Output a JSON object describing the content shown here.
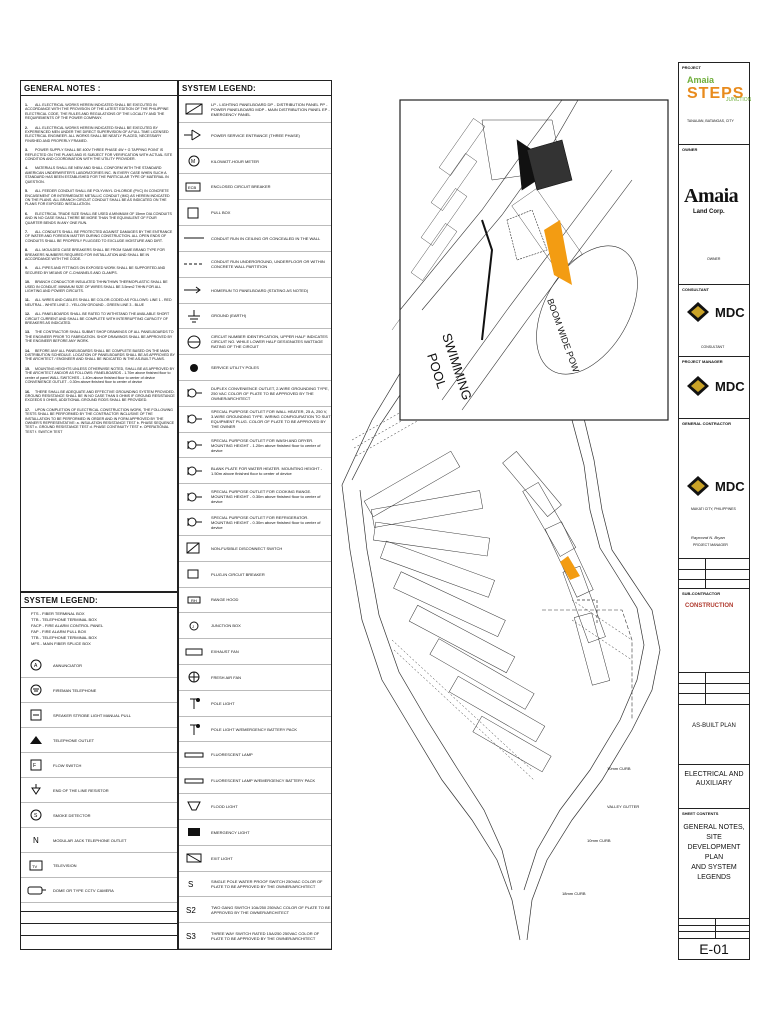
{
  "general_notes": {
    "title": "GENERAL NOTES :",
    "notes": [
      {
        "num": "1.",
        "text": "ALL ELECTRICAL WORKS HEREIN INDICATED SHALL BE EXECUTED IN ACCORDANCE WITH THE PROVISION OF THE LATEST EDITION OF THE PHILIPPINE ELECTRICAL CODE, THE RULES AND REGULATIONS OF THE LOCALITY AND THE REQUIREMENTS OF THE POWER COMPANY."
      },
      {
        "num": "2.",
        "text": "ALL ELECTRICAL WORKS HEREIN INDICATED SHALL BE EXECUTED BY EXPERIENCED MEN UNDER THE DIRECT SUPERVISION OF A FULL TIME LICENSED ELECTRICAL ENGINEER. ALL WORKS SHALL BE NEATLY PLACED, NECESSARY FINISHED AND PROPERLY FRAMED."
      },
      {
        "num": "3.",
        "text": "POWER SUPPLY SHALL BE 400V THREE PHASE 4W + G TAPPING POINT IS REFLECTED ON THE PLANS AND IS SUBJECT FOR VERIFICATION WITH ACTUAL SITE CONDITION AND COORDINATION WITH THE UTILITY PROVIDER."
      },
      {
        "num": "4.",
        "text": "MATERIALS SHALL BE NEW AND SHALL CONFORM WITH THE STANDARD AMERICAN UNDERWRITER'S LABORATORIES INC. IN EVERY CASE WHEN SUCH A STANDARD HAS BEEN ESTABLISHED FOR THE PARTICULAR TYPE OF MATERIAL IN QUESTION."
      },
      {
        "num": "5.",
        "text": "ALL FEEDER CONDUIT SHALL BE POLYVINYL CHLORIDE (PVC) IN CONCRETE ENCASEMENT OR INTERMEDIATE METALLIC CONDUIT (IMC) AS HEREIN INDICATED ON THE PLANS. ALL BRANCH CIRCUIT CONDUIT SHALL BE AS INDICATED ON THE PLANS FOR EXPOSED INSTALLATION."
      },
      {
        "num": "6.",
        "text": "ELECTRICAL TRADE SIZE SHALL BE USED A MINIMUM OF 15mm DIA CONDUITS AND IN NO CASE SHALL THERE BE MORE THAN THE EQUIVALENT OF FOUR QUARTER BENDS IN ANY ONE RUN."
      },
      {
        "num": "7.",
        "text": "ALL CONDUITS SHALL BE PROTECTED AGAINST DAMAGES BY THE ENTRANCE OF WATER AND FOREIGN MATTER DURING CONSTRUCTION. ALL OPEN ENDS OF CONDUITS SHALL BE PROPERLY PLUGGED TO EXCLUDE MOISTURE AND DIRT."
      },
      {
        "num": "8.",
        "text": "ALL MOULDED CASE BREAKERS SHALL BE FROM SAME BRAND TYPE FOR BREAKERS NUMBERS REQUIRED FOR INSTALLATION AND SHALL BE IN ACCORDANCE WITH THE CODE."
      },
      {
        "num": "9.",
        "text": "ALL PIPES AND FITTINGS ON EXPOSED WORK SHALL BE SUPPORTED AND SECURED BY MEANS OF C-CHANNELS AND CLAMPS."
      },
      {
        "num": "10.",
        "text": "BRANCH CONDUCTOR INSULATED THHN/THWN THERMOPLASTIC SHALL BE USED IN CONDUIT. MINIMUM SIZE OF WIRES SHALL BE 3.5mm2 THHN FOR ALL LIGHTING AND POWER CIRCUITS."
      },
      {
        "num": "11.",
        "text": "ALL WIRES AND CABLES SHALL BE COLOR-CODED AS FOLLOWS:   LINE 1 - RED   NEUTRAL - WHITE   LINE 2 - YELLOW   GROUND - GREEN   LINE 3 - BLUE"
      },
      {
        "num": "12.",
        "text": "ALL PANELBOARDS SHALL BE RATED TO WITHSTAND THE AVAILABLE SHORT CIRCUIT CURRENT AND SHALL BE COMPLETE WITH INTERRUPTING CAPACITY OF BREAKERS AS INDICATED."
      },
      {
        "num": "13.",
        "text": "THE CONTRACTOR SHALL SUBMIT SHOP DRAWINGS OF ALL PANELBOARDS TO THE ENGINEER PRIOR TO FABRICATION. SHOP DRAWINGS SHALL BE APPROVED BY THE ENGINEER BEFORE ANY WORK."
      },
      {
        "num": "14.",
        "text": "BEFORE ANY ALL PANELBOARDS SHALL BE COMPLETE BASED ON THE MAIN DISTRIBUTION SCHEDULE. LOCATION OF PANELBOARDS SHALL BE AS APPROVED BY THE ARCHITECT / ENGINEER AND SHALL BE INDICATED IN THE AS-BUILT PLANS."
      },
      {
        "num": "15.",
        "text": "MOUNTING HEIGHTS UNLESS OTHERWISE NOTED, SHALL BE AS APPROVED BY THE ARCHITECT AND/OR AS FOLLOWS:   PANELBOARDS - 1.70m above finished floor to center of panel   WALL SWITCHES - 1.40m above finished floor to center of device   CONVENIENCE OUTLET - 0.30m above finished floor to center of device"
      },
      {
        "num": "16.",
        "text": "THERE SHALL BE ADEQUATE AND EFFECTIVE GROUNDING SYSTEM PROVIDED. GROUND RESISTANCE SHALL BE IN NO CASE THAN 5 OHMS IF GROUND RESISTANCE EXCEEDS 5 OHMS, ADDITIONAL GROUND RODS SHALL BE PROVIDED."
      },
      {
        "num": "17.",
        "text": "UPON COMPLETION OF ELECTRICAL CONSTRUCTION WORK, THE FOLLOWING TESTS SHALL BE PERFORMED BY THE CONTRACTOR INCLUSIVE OF THE INSTALLATION TO BE PERFORMED IN ORDER AND IN FORM APPROVED BY THE OWNER'S REPRESENTATIVE:   a. INSULATION RESISTANCE TEST   b. PHASE SEQUENCE TEST   c. GROUND RESISTANCE TEST   d. PHASE CONTINUITY TEST   e. OPERATIONAL TEST   f. SWITCH TEST"
      }
    ]
  },
  "system_legend_right": {
    "title": "SYSTEM LEGEND:",
    "rows": [
      {
        "sym": "panel",
        "text": "LP - LIGHTING PANELBOARD   DP - DISTRIBUTION PANEL   PP - POWER PANELBOARD   MDP - MAIN DISTRIBUTION PANEL   EP - EMERGENCY PANEL"
      },
      {
        "sym": "service",
        "text": "POWER SERVICE ENTRANCE (THREE PHASE)"
      },
      {
        "sym": "meter",
        "text": "KILOWATT-HOUR METER"
      },
      {
        "sym": "breaker",
        "text": "ENCLOSED CIRCUIT BREAKER"
      },
      {
        "sym": "box",
        "text": "PULL BOX"
      },
      {
        "sym": "line",
        "text": "CONDUIT RUN IN CEILING OR CONCEALED IN THE WALL"
      },
      {
        "sym": "dashline",
        "text": "CONDUIT RUN UNDERGROUND, UNDERFLOOR OR WITHIN CONCRETE WALL PARTITION"
      },
      {
        "sym": "arrow",
        "text": "HOMERUN TO PANELBOARD (STATING AS NOTED)"
      },
      {
        "sym": "ground",
        "text": "GROUND (EARTH)"
      },
      {
        "sym": "circuit",
        "text": "CIRCUIT NUMBER IDENTIFICATION, UPPER HALF INDICATES CIRCUIT NO. WHILE LOWER HALF DESIGNATES WATTAGE RATING OF THE CIRCUIT"
      },
      {
        "sym": "service2",
        "text": "SERVICE UTILITY POLES"
      },
      {
        "sym": "outlet",
        "text": "DUPLEX CONVENIENCE OUTLET, 2-WIRE GROUNDING TYPE, 250 VAC COLOR OF PLATE TO BE APPROVED BY THE OWNER/ARCHITECT"
      },
      {
        "sym": "outlet",
        "text": "SPECIAL PURPOSE OUTLET FOR WALL HEATER, 25 A, 250 V, 3-WIRE GROUNDING TYPE. WIRING CONFIGURATION TO SUIT EQUIPMENT PLUG. COLOR OF PLATE TO BE APPROVED BY THE OWNER"
      },
      {
        "sym": "outlet",
        "text": "SPECIAL PURPOSE OUTLET FOR WASH AND DRYER. MOUNTING HEIGHT - 1.20m above finished floor to center of device"
      },
      {
        "sym": "outlet",
        "text": "BLANK PLATE FOR WATER HEATER. MOUNTING HEIGHT - 1.50m above finished floor to center of device"
      },
      {
        "sym": "outlet",
        "text": "SPECIAL PURPOSE OUTLET FOR COOKING RANGE. MOUNTING HEIGHT - 0.30m above finished floor to center of device"
      },
      {
        "sym": "outlet",
        "text": "SPECIAL PURPOSE OUTLET FOR REFRIGERATOR. MOUNTING HEIGHT - 0.30m above finished floor to center of device"
      },
      {
        "sym": "switch",
        "text": "NON-FUSIBLE DISCONNECT SWITCH"
      },
      {
        "sym": "plugin",
        "text": "PLUG-IN CIRCUIT BREAKER"
      },
      {
        "sym": "hood",
        "text": "RANGE HOOD"
      },
      {
        "sym": "jbox",
        "text": "JUNCTION BOX"
      },
      {
        "sym": "exhaust",
        "text": "EXHAUST FAN"
      },
      {
        "sym": "fan",
        "text": "FRESH AIR FAN"
      },
      {
        "sym": "pole",
        "text": "POLE LIGHT"
      },
      {
        "sym": "pole",
        "text": "POLE LIGHT W/EMERGENCY BATTERY PACK"
      },
      {
        "sym": "fluor",
        "text": "FLUORESCENT LAMP"
      },
      {
        "sym": "fluor",
        "text": "FLUORESCENT LAMP W/EMERGENCY BATTERY PACK"
      },
      {
        "sym": "flood",
        "text": "FLOOD LIGHT"
      },
      {
        "sym": "emerg",
        "text": "EMERGENCY LIGHT"
      },
      {
        "sym": "exit",
        "text": "EXIT LIGHT"
      },
      {
        "sym": "sw1",
        "text": "SINGLE POLE WATER PROOF SWITCH 250VAC COLOR OF PLATE TO BE APPROVED BY THE OWNER/ARCHITECT"
      },
      {
        "sym": "sw2",
        "text": "TWO GANG SWITCH 10A/250 250VAC COLOR OF PLATE TO BE APPROVED BY THE OWNER/ARCHITECT"
      },
      {
        "sym": "sw3",
        "text": "THREE WAY SWITCH RATED 15A/250 250VAC COLOR OF PLATE TO BE APPROVED BY THE OWNER/ARCHITECT"
      }
    ]
  },
  "system_legend_left": {
    "title": "SYSTEM LEGEND:",
    "header_rows": [
      "FTS - FIBER TERMINAL BOX",
      "TTB - TELEPHONE TERMINAL BOX",
      "FACP - FIRE ALARM CONTROL PANEL",
      "FAP - FIRE ALARM PULL BOX",
      "TTB - TELEPHONE TERMINAL BOX",
      "MFS - MAIN FIBER SPLICE BOX"
    ],
    "rows": [
      {
        "sym": "annunciator",
        "text": "ANNUNCIATOR"
      },
      {
        "sym": "fireman",
        "text": "FIREMAN TELEPHONE"
      },
      {
        "sym": "strobe",
        "text": "SPEAKER STROBE LIGHT MANUAL PULL"
      },
      {
        "sym": "phone",
        "text": "TELEPHONE OUTLET"
      },
      {
        "sym": "flow",
        "text": "FLOW SWITCH"
      },
      {
        "sym": "eol",
        "text": "END OF THE LINE RESISTOR"
      },
      {
        "sym": "smoke",
        "text": "SMOKE DETECTOR"
      },
      {
        "sym": "cable",
        "text": "MODULAR JACK TELEPHONE OUTLET"
      },
      {
        "sym": "tv",
        "text": "TELEVISION"
      },
      {
        "sym": "cctv",
        "text": "DOME OR TYPE CCTV CAMERA"
      }
    ]
  },
  "site_plan": {
    "labels": {
      "pool_1": "SWIMMING",
      "pool_2": "POOL",
      "room": "BOOM WIDE POW",
      "valley": "VALLEY GUTTER",
      "road1": "10mm CURB",
      "road2": "10mm CURB",
      "road3": "18mm CURB"
    }
  },
  "title_block": {
    "project_label": "PROJECT",
    "project_logo_top": "Amaia",
    "project_logo_main": "STEPS",
    "project_logo_sub": "JUNCTION",
    "project_address": "TANAUAN, BATANGAS, CITY",
    "owner_label": "OWNER",
    "owner_logo": "Amaia",
    "owner_logo_sub": "Land Corp.",
    "owner_caption": "OWNER",
    "consultant_label": "CONSULTANT",
    "mdc_text": "MDC",
    "consultant_caption": "CONSULTANT",
    "pm_label": "PROJECT MANAGER",
    "gc_label": "GENERAL CONTRACTOR",
    "gc_address": "MAKATI CITY, PHILIPPINES",
    "signatory_name": "Raymond N. Bryan",
    "signatory_title": "PROJECT MANAGER",
    "sub_label": "SUB-CONTRACTOR",
    "sub_logo": "CONSTRUCTION",
    "drawing_type": "AS-BUILT PLAN",
    "discipline_1": "ELECTRICAL AND",
    "discipline_2": "AUXILIARY",
    "sheet_title_label": "SHEET CONTENTS",
    "sheet_title_1": "GENERAL NOTES, SITE",
    "sheet_title_2": "DEVELOPMENT PLAN",
    "sheet_title_3": "AND SYSTEM",
    "sheet_title_4": "LEGENDS",
    "sheet_no": "E-01"
  },
  "colors": {
    "line": "#222222",
    "accent_orange": "#f39c12",
    "mdc_gold": "#c9a227",
    "amaia_green": "#6fae3a",
    "steps_orange": "#e88b1d"
  }
}
